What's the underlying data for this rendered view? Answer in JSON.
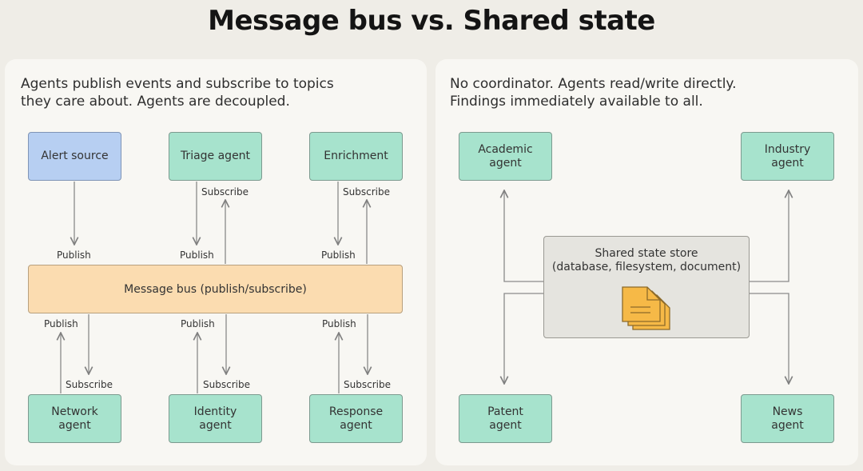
{
  "title": "Message bus vs. Shared state",
  "left": {
    "description_line1": "Agents publish events and subscribe to topics",
    "description_line2": "they care about. Agents are decoupled.",
    "top_boxes": [
      {
        "label": "Alert source"
      },
      {
        "label": "Triage agent"
      },
      {
        "label": "Enrichment"
      }
    ],
    "bottom_boxes": [
      {
        "label": "Network\nagent"
      },
      {
        "label": "Identity\nagent"
      },
      {
        "label": "Response\nagent"
      }
    ],
    "bus_label": "Message bus (publish/subscribe)",
    "publish_label": "Publish",
    "subscribe_label": "Subscribe"
  },
  "right": {
    "description_line1": "No coordinator. Agents read/write directly.",
    "description_line2": "Findings immediately available to all.",
    "agents": [
      {
        "label": "Academic\nagent"
      },
      {
        "label": "Industry\nagent"
      },
      {
        "label": "Patent\nagent"
      },
      {
        "label": "News\nagent"
      }
    ],
    "store_line1": "Shared state store",
    "store_line2": "(database, filesystem, document)",
    "store_icon": "document-stack-icon"
  },
  "colors": {
    "agent_fill": "#a7e3cd",
    "alert_fill": "#b7cff2",
    "bus_fill": "#fbdcb0",
    "store_fill": "#e5e4df",
    "doc_fill": "#f6b947"
  }
}
